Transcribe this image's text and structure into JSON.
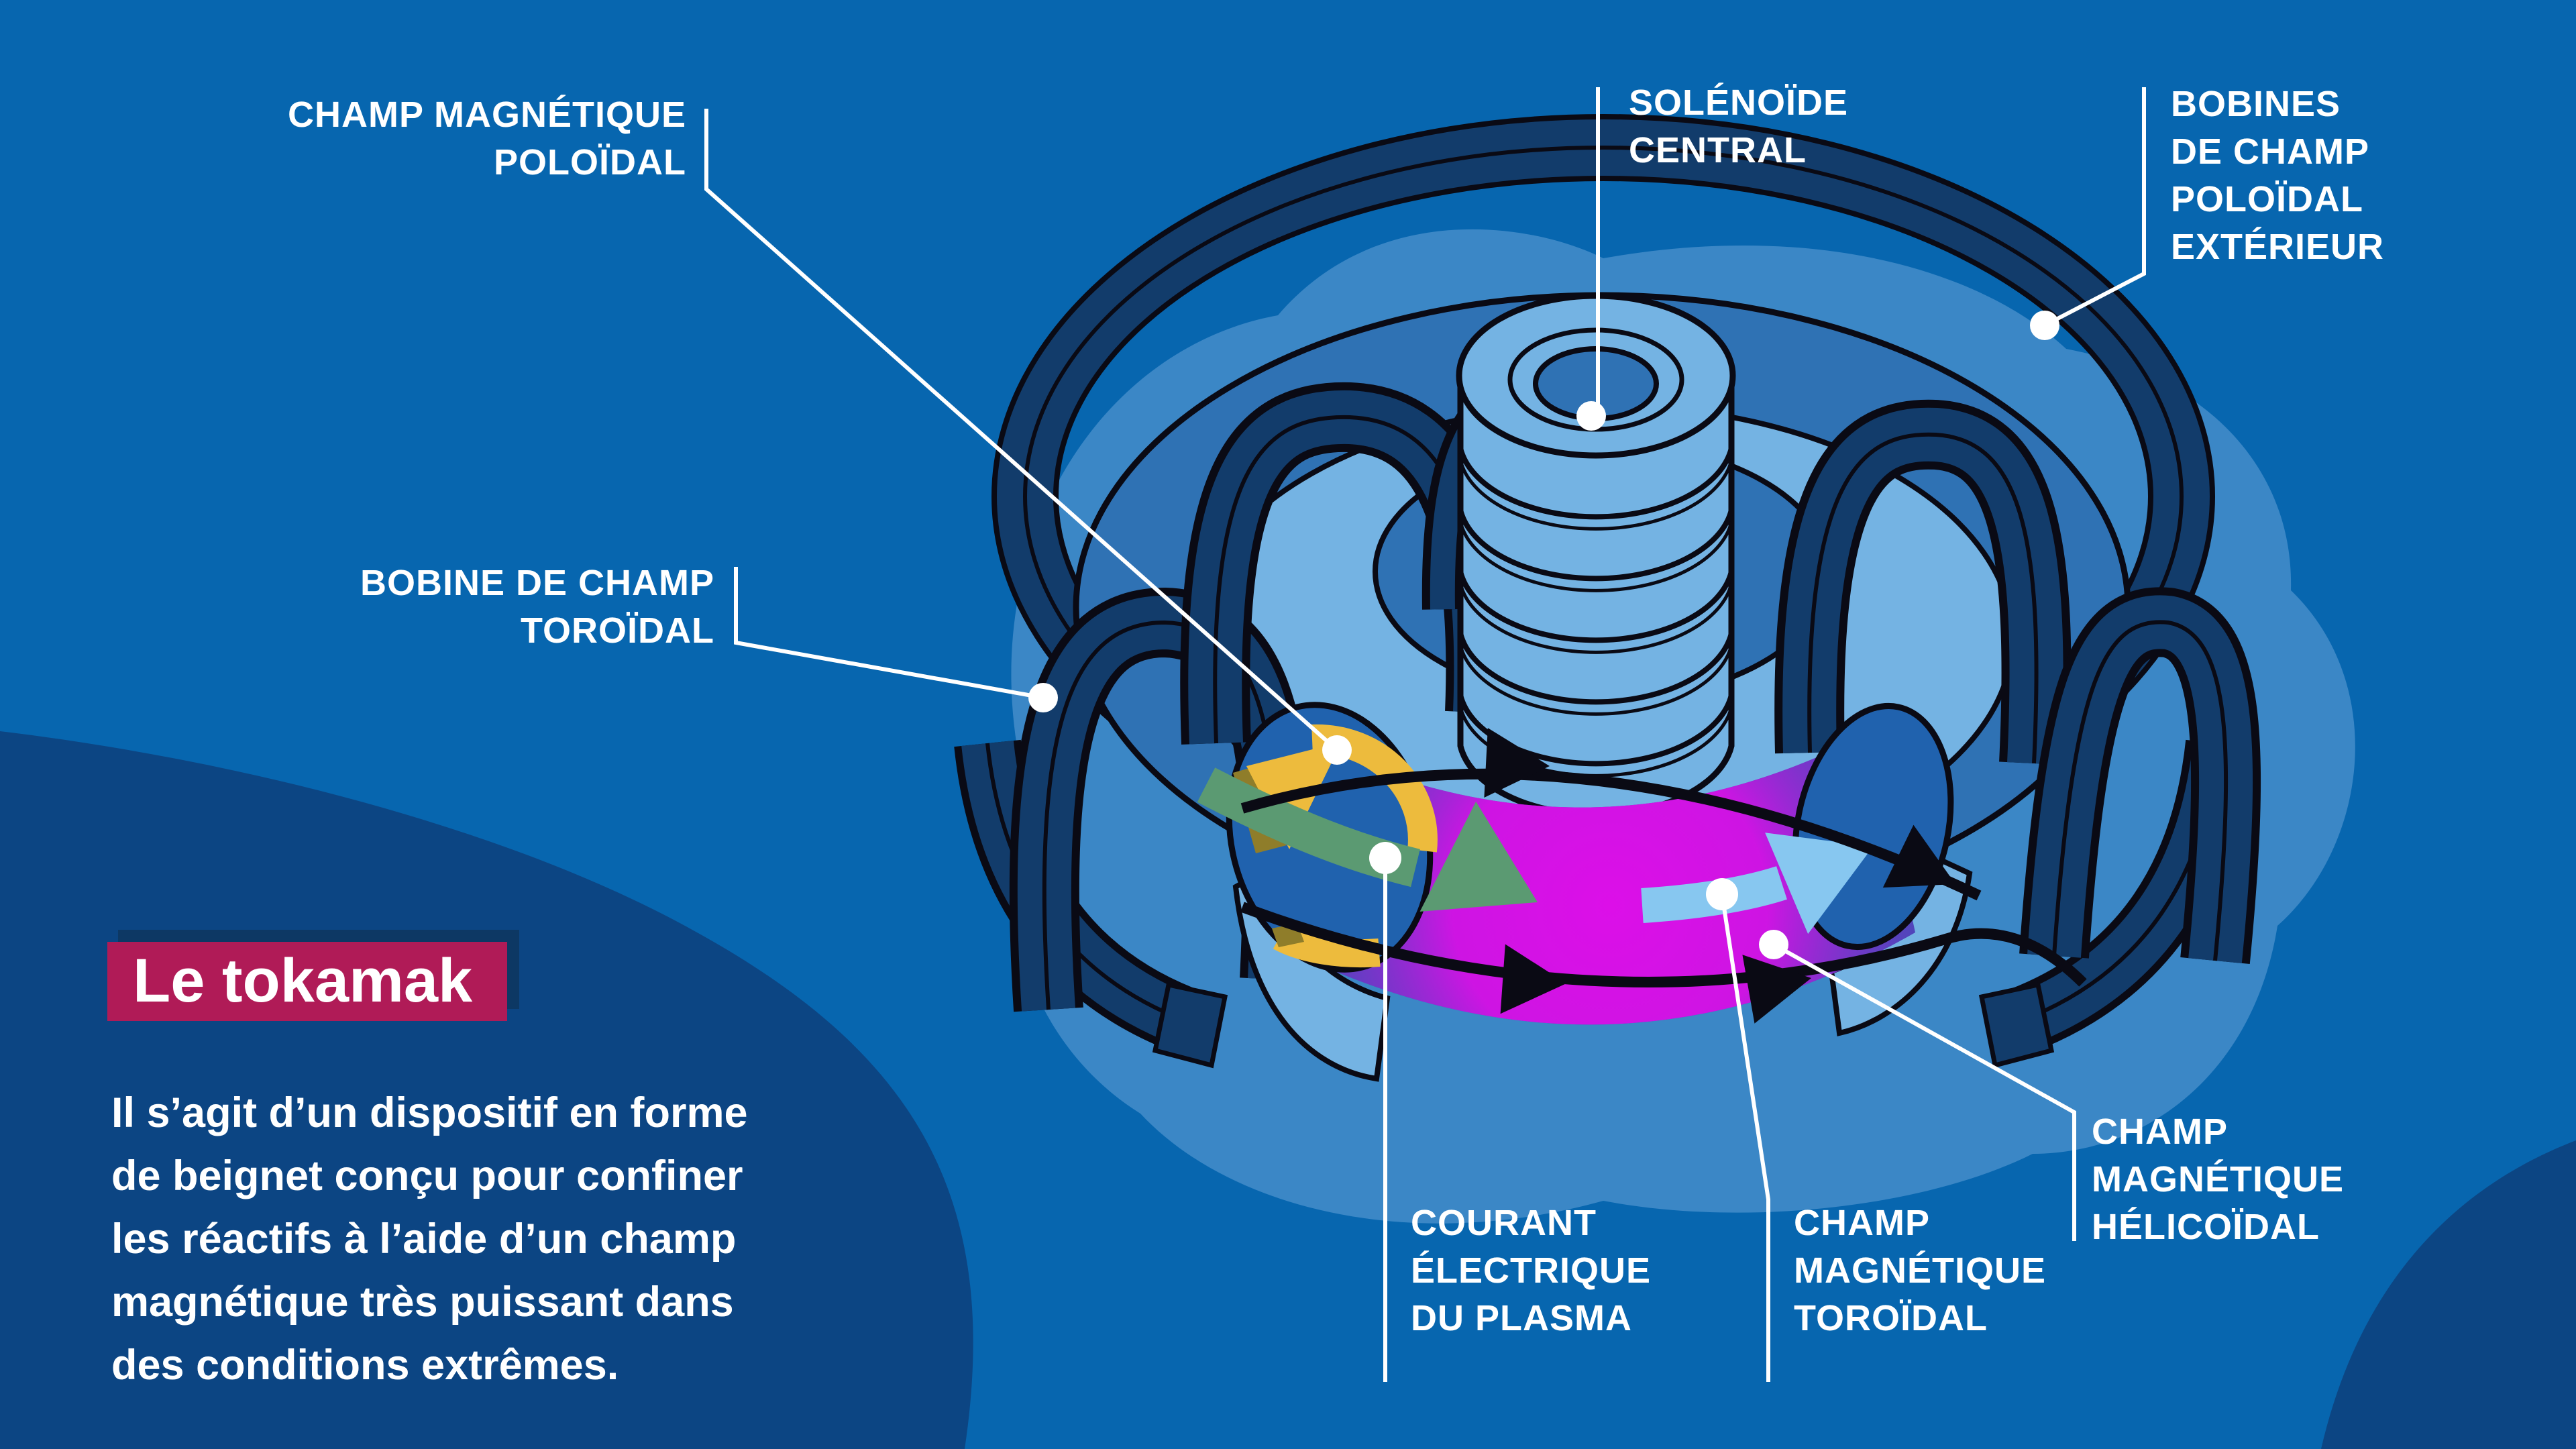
{
  "title": {
    "text": "Le tokamak"
  },
  "description": {
    "lines": [
      "Il s’agit d’un dispositif en forme",
      "de beignet conçu pour confiner",
      "les réactifs à l’aide d’un champ",
      "magnétique très puissant dans",
      "des conditions extrêmes."
    ]
  },
  "labels": {
    "poloidal_field": {
      "lines": [
        "CHAMP MAGNÉTIQUE",
        "POLOÏDAL"
      ]
    },
    "central_solenoid": {
      "lines": [
        "SOLÉNOÏDE",
        "CENTRAL"
      ]
    },
    "outer_poloidal_coils": {
      "lines": [
        "BOBINES",
        "DE CHAMP",
        "POLOÏDAL",
        "EXTÉRIEUR"
      ]
    },
    "toroidal_coil": {
      "lines": [
        "BOBINE DE CHAMP",
        "TOROÏDAL"
      ]
    },
    "plasma_current": {
      "lines": [
        "COURANT",
        "ÉLECTRIQUE",
        "DU PLASMA"
      ]
    },
    "toroidal_field": {
      "lines": [
        "CHAMP",
        "MAGNÉTIQUE",
        "TOROÏDAL"
      ]
    },
    "helical_field": {
      "lines": [
        "CHAMP",
        "MAGNÉTIQUE",
        "HÉLICOÏDAL"
      ]
    }
  },
  "colors": {
    "page_bg": "#0766AF",
    "corner_blob": "#0C4583",
    "halo": "#3B87C6",
    "torus_top": "#2F72B4",
    "torus_light": "#74B3E3",
    "coil_navy": "#123C6B",
    "outline": "#0A0A14",
    "cap_blue": "#2062AE",
    "channel_blue": "#2B55A8",
    "plasma_core": "#DC0FE8",
    "plasma_mid": "#8F2BD8",
    "arrow_green": "#5B9A72",
    "arrow_sky": "#87C7F0",
    "arrow_yellow": "#EDBB3D",
    "yellow_shadow": "#8F7D2A",
    "leader_white": "#FFFFFF",
    "badge": "#B01B57",
    "badge_shadow": "#0D3864",
    "text_white": "#FFFFFF"
  }
}
